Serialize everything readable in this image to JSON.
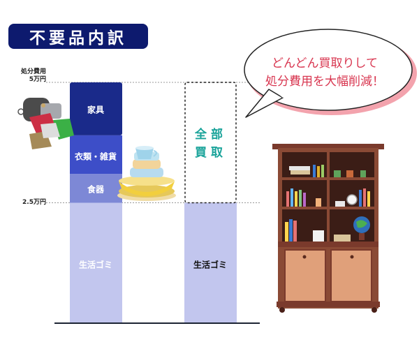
{
  "title": "不要品内訳",
  "speech_bubble": {
    "line1": "どんどん買取りして",
    "line2": "処分費用を大幅削減！"
  },
  "colors": {
    "furniture": "#1a2a8a",
    "clothing": "#3d4ec8",
    "dishes": "#7d88d6",
    "garbage": "#c2c6ee",
    "title_bg": "#0d1a6e",
    "accent_teal": "#1aa39a",
    "bubble_text": "#d8354f"
  },
  "icons": [
    "clothes-pile-icon",
    "dishes-stack-icon",
    "bookshelf-icon"
  ],
  "chart_data": {
    "type": "bar",
    "stacked": true,
    "ylim": [
      0,
      5
    ],
    "y_ticks": [
      {
        "value": 5,
        "label_lines": [
          "処分費用",
          "5万円"
        ]
      },
      {
        "value": 2.5,
        "label_lines": [
          "2.5万円"
        ]
      }
    ],
    "bars": [
      {
        "segments": [
          {
            "label": "生活ゴミ",
            "start": 0,
            "end": 2.5
          },
          {
            "label": "食器",
            "start": 2.5,
            "end": 3.1
          },
          {
            "label": "衣類・雑貨",
            "start": 3.1,
            "end": 3.9
          },
          {
            "label": "家具",
            "start": 3.9,
            "end": 5.0
          }
        ]
      },
      {
        "segments": [
          {
            "label": "生活ゴミ",
            "start": 0,
            "end": 2.5
          },
          {
            "label": "全部買取",
            "start": 2.5,
            "end": 5.0,
            "style": "dashed-outline"
          }
        ],
        "outline_label_lines": [
          "全部",
          "買取"
        ]
      }
    ]
  }
}
